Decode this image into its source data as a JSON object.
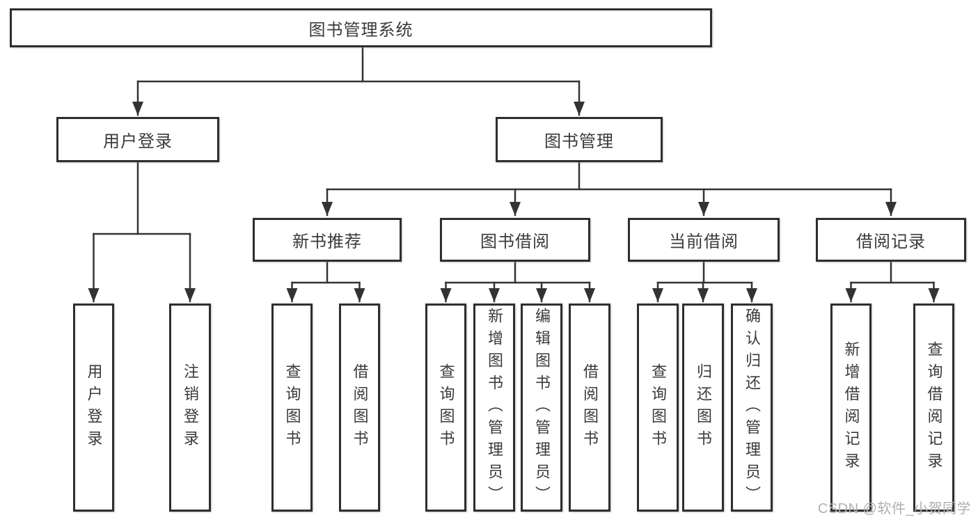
{
  "diagram": {
    "root": {
      "label": "图书管理系统"
    },
    "level2": [
      {
        "label": "用户登录",
        "children": [
          {
            "label": "用户登录"
          },
          {
            "label": "注销登录"
          }
        ]
      },
      {
        "label": "图书管理"
      }
    ],
    "level3": [
      {
        "label": "新书推荐",
        "children": [
          {
            "label": "查询图书"
          },
          {
            "label": "借阅图书"
          }
        ]
      },
      {
        "label": "图书借阅",
        "children": [
          {
            "label": "查询图书"
          },
          {
            "label": "新增图书（管理员）"
          },
          {
            "label": "编辑图书（管理员）"
          },
          {
            "label": "借阅图书"
          }
        ]
      },
      {
        "label": "当前借阅",
        "children": [
          {
            "label": "查询图书"
          },
          {
            "label": "归还图书"
          },
          {
            "label": "确认归还（管理员）"
          }
        ]
      },
      {
        "label": "借阅记录",
        "children": [
          {
            "label": "新增借阅记录"
          },
          {
            "label": "查询借阅记录"
          }
        ]
      }
    ],
    "watermark": "CSDN @软件_小贺同学",
    "colors": {
      "line": "#333333",
      "box_border": "#2e2e2e",
      "box_fill": "#ffffff",
      "text": "#3a3a3a",
      "watermark": "#b0b0b0"
    }
  }
}
